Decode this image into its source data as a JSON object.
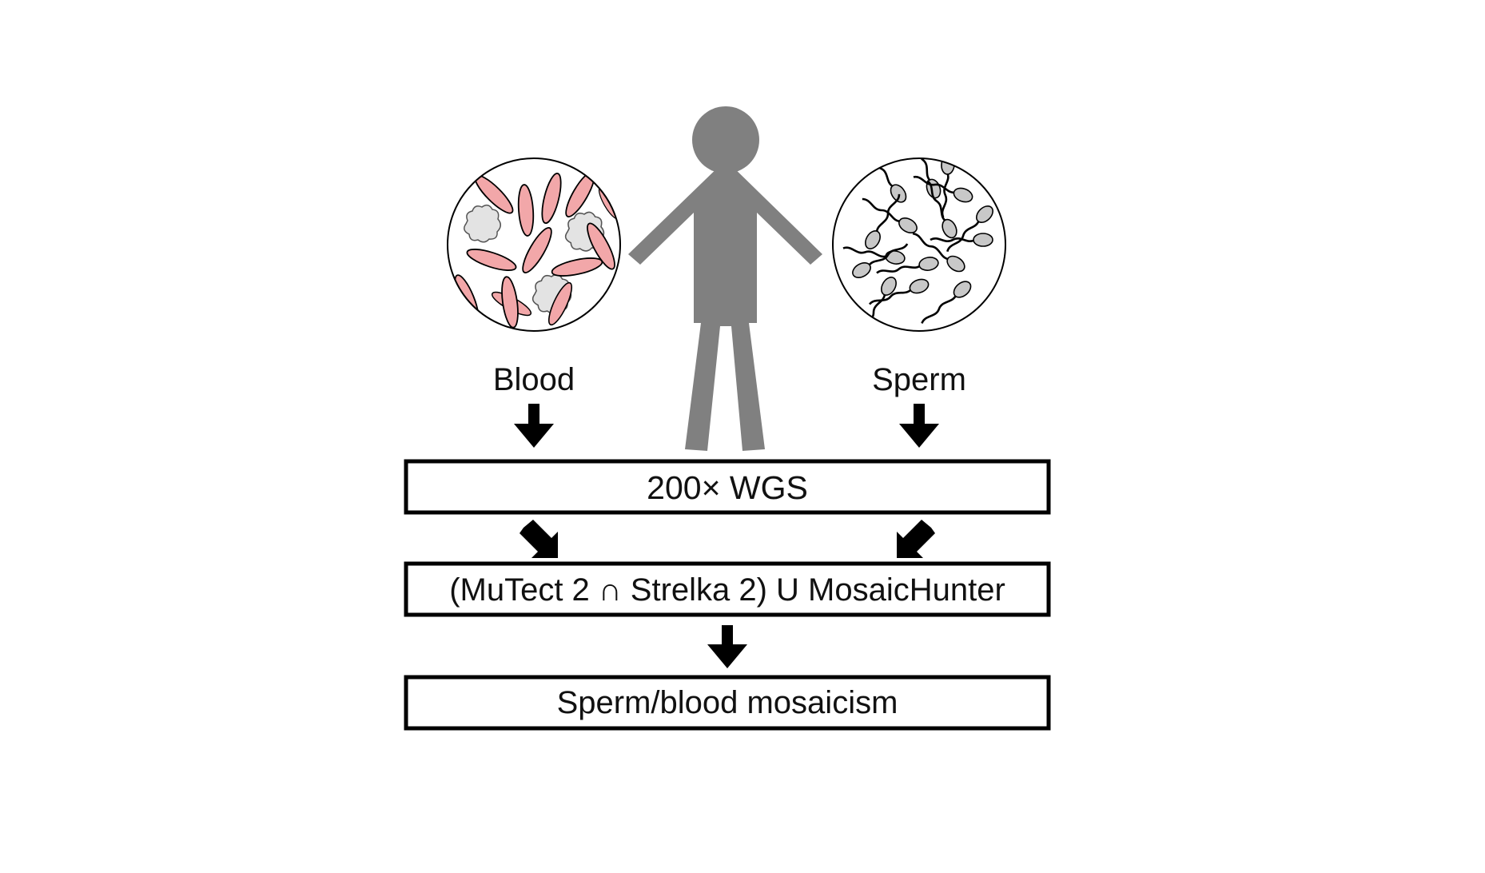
{
  "diagram": {
    "labels": {
      "blood": "Blood",
      "sperm": "Sperm"
    },
    "steps": {
      "sequencing": "200× WGS",
      "calling": "(MuTect 2 ∩ Strelka 2) U MosaicHunter",
      "result": "Sperm/blood mosaicism"
    },
    "colors": {
      "figure": "#808080",
      "red_blood_cell": "#f2a7a9",
      "white_blood_cell": "#e3e3e3",
      "sperm_head": "#c8c8c8",
      "stroke": "#000000"
    },
    "icons": {
      "person": "person-icon",
      "blood": "blood-cells-icon",
      "sperm": "sperm-cells-icon"
    }
  }
}
